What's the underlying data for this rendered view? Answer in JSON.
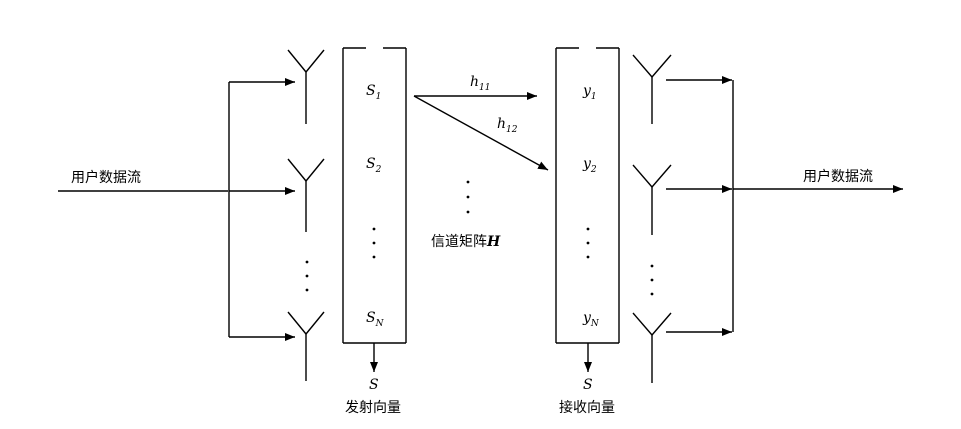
{
  "left_stream": {
    "label": "用户数据流"
  },
  "right_stream": {
    "label": "用户数据流"
  },
  "transmit_vector": {
    "elements": [
      {
        "base": "S",
        "sub": "1"
      },
      {
        "base": "S",
        "sub": "2"
      },
      {
        "base": "S",
        "sub": "N"
      }
    ],
    "symbol": "S",
    "label": "发射向量"
  },
  "receive_vector": {
    "elements": [
      {
        "base": "y",
        "sub": "1"
      },
      {
        "base": "y",
        "sub": "2"
      },
      {
        "base": "y",
        "sub": "N"
      }
    ],
    "symbol": "S",
    "label": "接收向量"
  },
  "channel": {
    "h11": {
      "base": "h",
      "sub": "11"
    },
    "h12": {
      "base": "h",
      "sub": "12"
    },
    "label": "信道矩阵",
    "matrix_symbol": "H"
  },
  "icons": {
    "antenna": "antenna-icon",
    "arrow": "arrow-icon",
    "ellipsis": "vertical-ellipsis-icon"
  }
}
